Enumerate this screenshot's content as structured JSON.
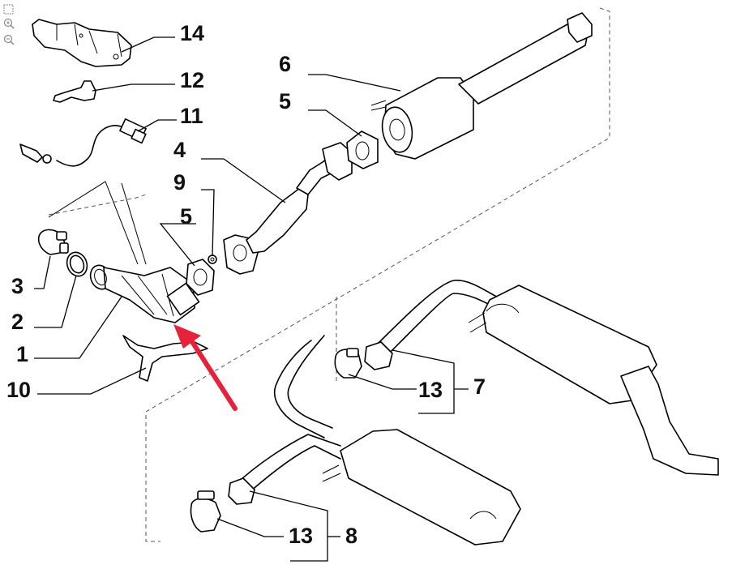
{
  "toolbar": {
    "icons": [
      "fit-page-icon",
      "zoom-in-icon",
      "zoom-out-icon"
    ]
  },
  "callouts": {
    "c14": "14",
    "c12": "12",
    "c11": "11",
    "c6": "6",
    "c5_top": "5",
    "c4": "4",
    "c9": "9",
    "c5_mid": "5",
    "c3": "3",
    "c2": "2",
    "c1": "1",
    "c10": "10",
    "c13_right": "13",
    "c7": "7",
    "c13_bottom": "13",
    "c8": "8"
  },
  "colors": {
    "arrow": "#e8203a",
    "line": "#000000",
    "background": "#ffffff"
  }
}
